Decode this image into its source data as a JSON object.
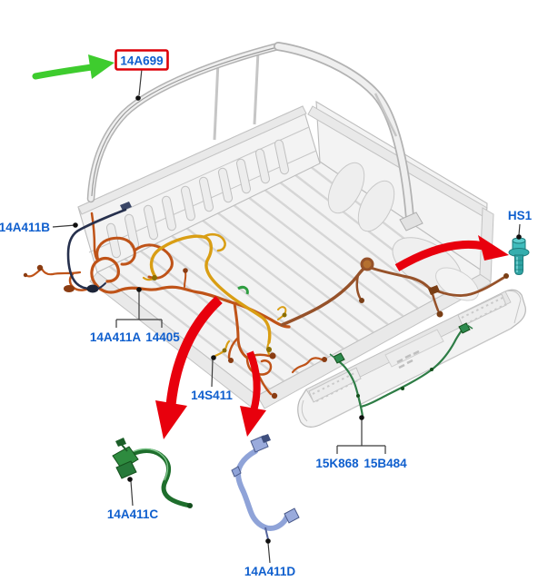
{
  "diagram": {
    "parts": {
      "harness_main": {
        "label": "14A699"
      },
      "wire_b": {
        "label": "14A411B"
      },
      "wire_a": {
        "label": "14A411A"
      },
      "retainer": {
        "label": "14405"
      },
      "jumper": {
        "label": "14S411"
      },
      "wire_c": {
        "label": "14A411C"
      },
      "wire_d": {
        "label": "14A411D"
      },
      "bumper_wire": {
        "label": "15K868"
      },
      "bumper": {
        "label": "15B484"
      },
      "screw": {
        "label": "HS1"
      }
    },
    "colors": {
      "label_blue": "#0f5fce",
      "callout_red": "#dd0008",
      "arrow_red": "#e8000d",
      "arrow_green": "#3ecc2e",
      "harness_orange": "#bf5318",
      "harness_yellow": "#d99e14",
      "harness_brown": "#96522a",
      "wire_navy": "#26304d",
      "part_green": "#1e6e2c",
      "part_blue": "#8fa3d8",
      "bolt_teal": "#2fa3a3",
      "bed_line_gray": "#bdbdbd"
    }
  }
}
